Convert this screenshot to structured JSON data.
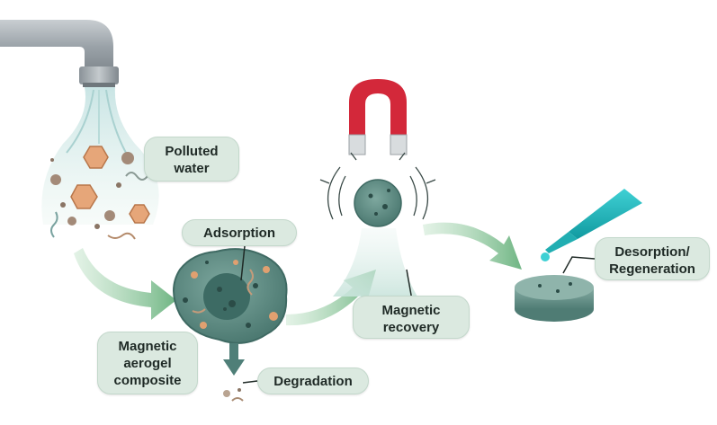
{
  "labels": {
    "polluted_water": "Polluted\nwater",
    "adsorption": "Adsorption",
    "magnetic_aerogel_composite": "Magnetic\naerogel\ncomposite",
    "degradation": "Degradation",
    "magnetic_recovery": "Magnetic\nrecovery",
    "desorption_regeneration": "Desorption/\nRegeneration"
  },
  "icons": [
    "faucet-icon",
    "water-stream-icon",
    "pollutant-particles-icon",
    "aerogel-particle-icon",
    "horseshoe-magnet-icon",
    "pipette-icon",
    "aerogel-disc-icon"
  ],
  "colors": {
    "label_fill": "#dbe9e0",
    "arrow_green": "#7fbf8c",
    "magnet_red": "#d3283a",
    "aerogel": "#5f8f86",
    "pipette_teal": "#1fb6bb",
    "pollutant_orange": "#e0a070"
  }
}
